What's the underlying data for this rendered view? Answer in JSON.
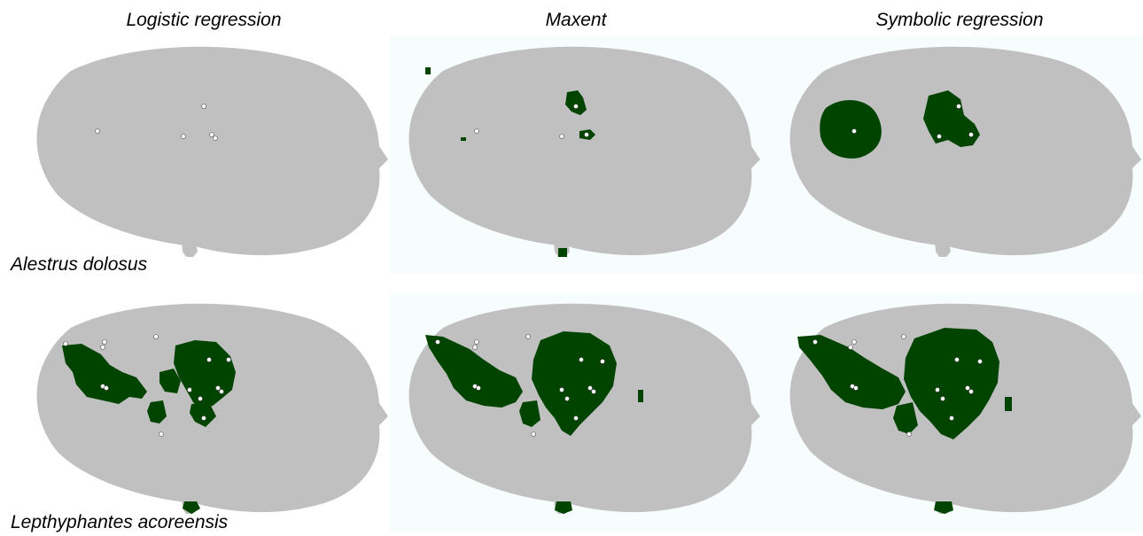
{
  "columns": [
    "Logistic regression",
    "Maxent",
    "Symbolic regression"
  ],
  "species": [
    "Alestrus dolosus",
    "Lepthyphantes acoreensis"
  ],
  "colors": {
    "island": "#c0c0c0",
    "prediction": "#004400",
    "occurrence": "#ffffff",
    "panel_background": "#f7fcfd"
  }
}
